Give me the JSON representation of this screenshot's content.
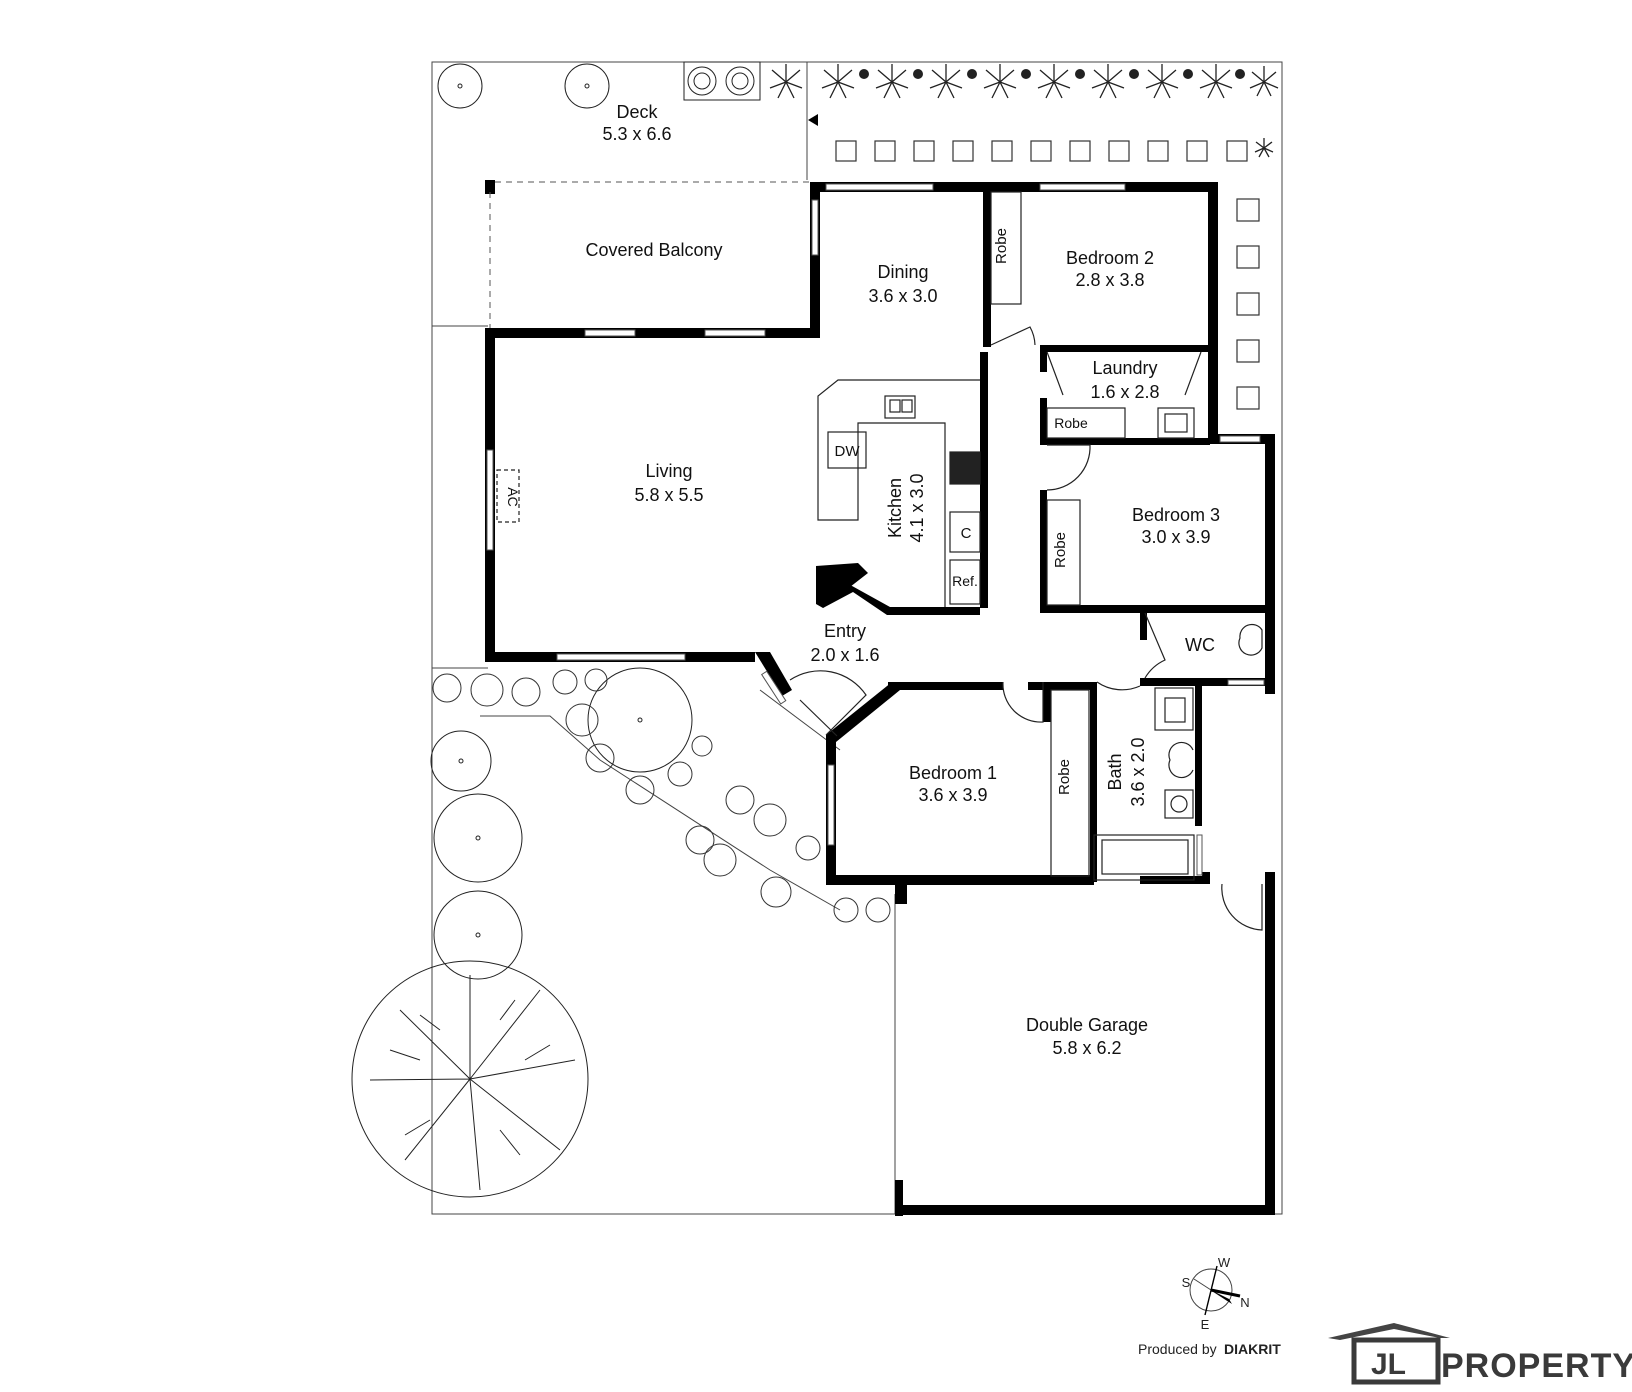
{
  "rooms": {
    "deck": {
      "name": "Deck",
      "size": "5.3 x 6.6"
    },
    "covered_balcony": {
      "name": "Covered Balcony"
    },
    "dining": {
      "name": "Dining",
      "size": "3.6 x 3.0"
    },
    "bedroom2": {
      "name": "Bedroom 2",
      "size": "2.8 x 3.8"
    },
    "robe_b2": {
      "name": "Robe"
    },
    "laundry": {
      "name": "Laundry",
      "size": "1.6 x 2.8"
    },
    "robe_laundry": {
      "name": "Robe"
    },
    "living": {
      "name": "Living",
      "size": "5.8 x 5.5"
    },
    "ac": {
      "name": "AC"
    },
    "kitchen": {
      "name": "Kitchen",
      "size": "4.1 x 3.0"
    },
    "dw": {
      "name": "DW"
    },
    "c": {
      "name": "C"
    },
    "ref": {
      "name": "Ref."
    },
    "bedroom3": {
      "name": "Bedroom 3",
      "size": "3.0 x 3.9"
    },
    "robe_b3": {
      "name": "Robe"
    },
    "entry": {
      "name": "Entry",
      "size": "2.0 x 1.6"
    },
    "wc": {
      "name": "WC"
    },
    "bedroom1": {
      "name": "Bedroom 1",
      "size": "3.6 x 3.9"
    },
    "robe_b1": {
      "name": "Robe"
    },
    "bath": {
      "name": "Bath",
      "size": "3.6 x 2.0"
    },
    "garage": {
      "name": "Double Garage",
      "size": "5.8 x 6.2"
    }
  },
  "compass": {
    "w": "W",
    "s": "S",
    "n": "N",
    "e": "E"
  },
  "credit": {
    "prefix": "Produced by",
    "company": "DIAKRIT"
  },
  "brand": {
    "initials": "JL",
    "name": "PROPERTY"
  }
}
